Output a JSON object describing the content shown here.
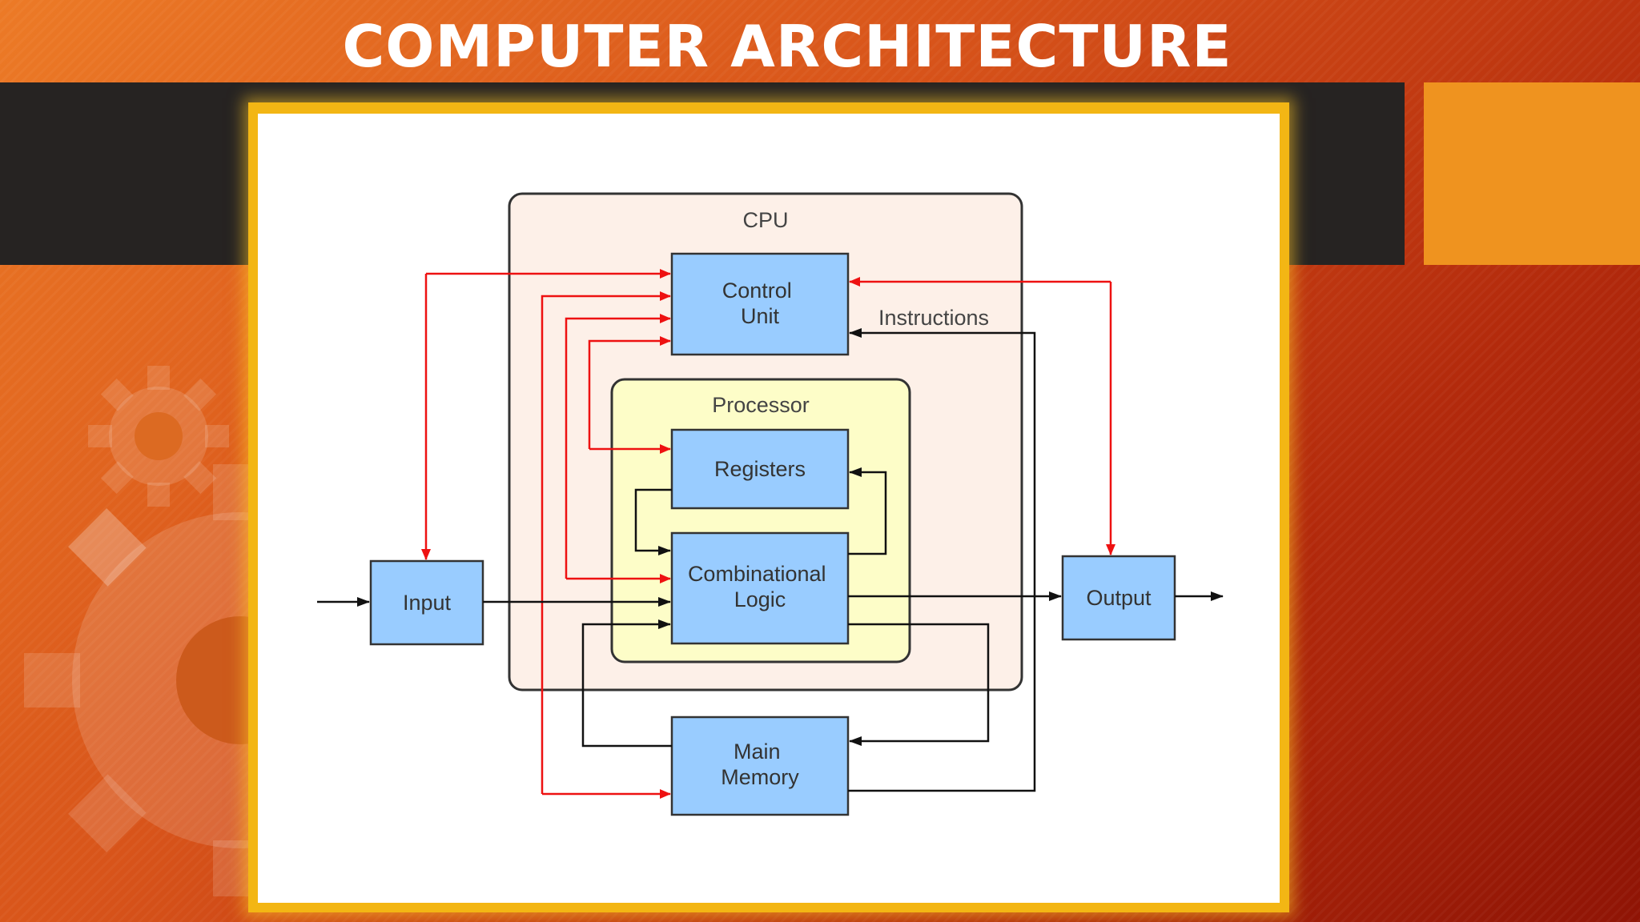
{
  "slide": {
    "title": "COMPUTER ARCHITECTURE"
  },
  "diagram": {
    "cpu_label": "CPU",
    "processor_label": "Processor",
    "control_unit": [
      "Control",
      "Unit"
    ],
    "registers": "Registers",
    "combinational_logic": [
      "Combinational",
      "Logic"
    ],
    "input": "Input",
    "output": "Output",
    "main_memory": [
      "Main",
      "Memory"
    ],
    "instructions_label": "Instructions",
    "colors": {
      "cpu_fill": "#fdf0e8",
      "processor_fill": "#fdfdc8",
      "box_fill": "#99ccff",
      "control_arrow": "#ee1111",
      "data_arrow": "#111111",
      "frame": "#f3b614",
      "accent": "#ef931f"
    }
  }
}
